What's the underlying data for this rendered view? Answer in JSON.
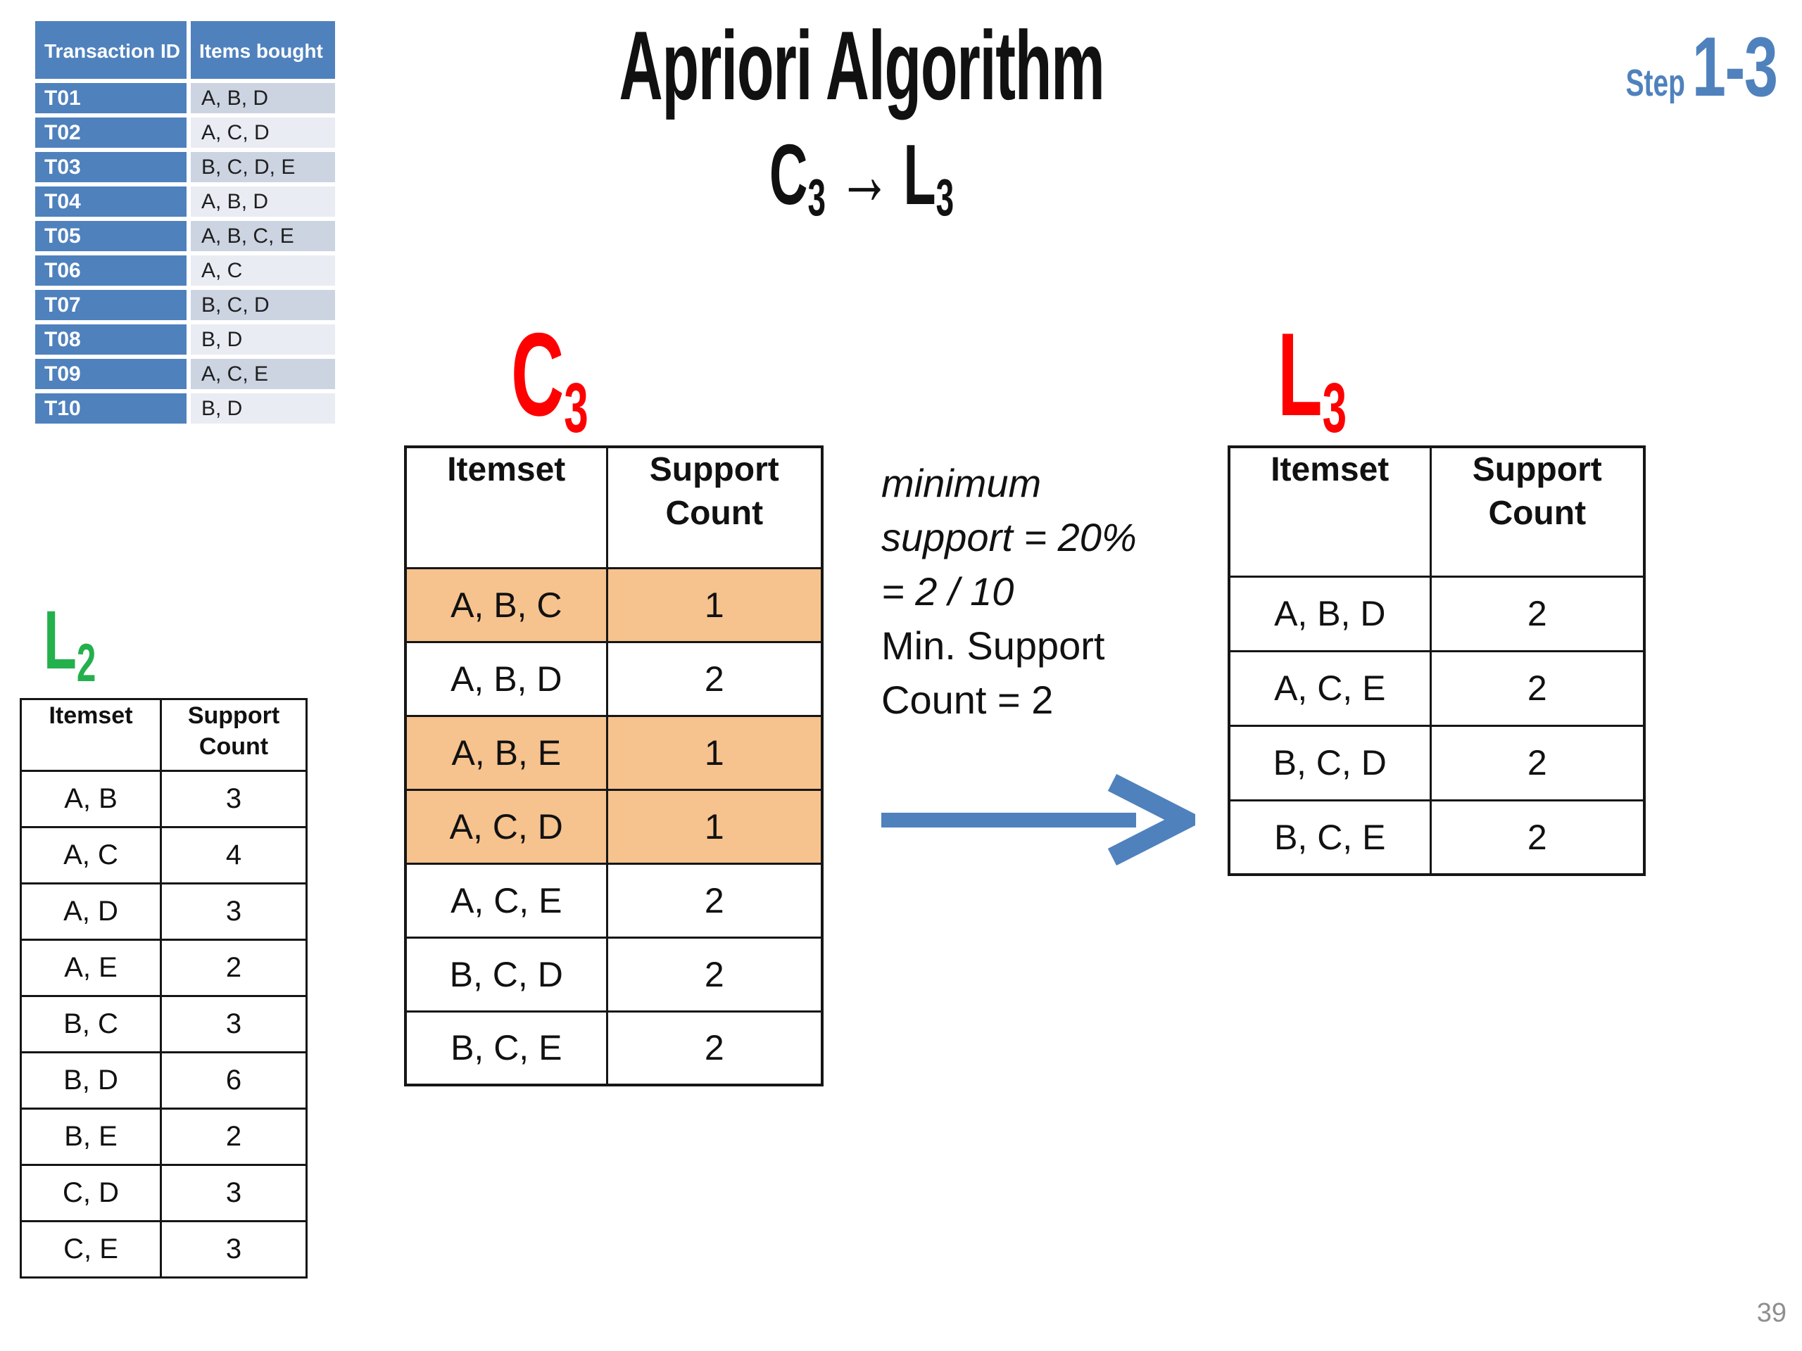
{
  "slide": {
    "title_line1": "Apriori Algorithm",
    "title_c": "C",
    "title_c_sub": "3",
    "title_arrow": "→",
    "title_l": "L",
    "title_l_sub": "3",
    "step_label": "Step",
    "step_value": "1-3",
    "page_number": "39"
  },
  "colors": {
    "accent_blue": "#4f81bd",
    "highlight_orange": "#f6c28d",
    "label_red": "#fe0000",
    "label_green": "#24b04c",
    "band_dark": "#ccd4e2",
    "band_light": "#e9ecf3",
    "page_number_gray": "#8f8f8f"
  },
  "transactions": {
    "headers": [
      "Transaction ID",
      "Items bought"
    ],
    "rows": [
      {
        "id": "T01",
        "items": "A, B, D"
      },
      {
        "id": "T02",
        "items": "A, C, D"
      },
      {
        "id": "T03",
        "items": "B, C, D, E"
      },
      {
        "id": "T04",
        "items": "A, B, D"
      },
      {
        "id": "T05",
        "items": "A, B, C, E"
      },
      {
        "id": "T06",
        "items": "A, C"
      },
      {
        "id": "T07",
        "items": "B, C, D"
      },
      {
        "id": "T08",
        "items": "B, D"
      },
      {
        "id": "T09",
        "items": "A, C, E"
      },
      {
        "id": "T10",
        "items": "B, D"
      }
    ]
  },
  "l2": {
    "label_main": "L",
    "label_sub": "2",
    "headers": [
      "Itemset",
      "Support Count"
    ],
    "rows": [
      {
        "itemset": "A, B",
        "count": "3"
      },
      {
        "itemset": "A, C",
        "count": "4"
      },
      {
        "itemset": "A, D",
        "count": "3"
      },
      {
        "itemset": "A, E",
        "count": "2"
      },
      {
        "itemset": "B, C",
        "count": "3"
      },
      {
        "itemset": "B, D",
        "count": "6"
      },
      {
        "itemset": "B, E",
        "count": "2"
      },
      {
        "itemset": "C, D",
        "count": "3"
      },
      {
        "itemset": "C, E",
        "count": "3"
      }
    ]
  },
  "c3": {
    "label_main": "C",
    "label_sub": "3",
    "headers": [
      "Itemset",
      "Support Count"
    ],
    "rows": [
      {
        "itemset": "A, B, C",
        "count": "1",
        "highlighted": true
      },
      {
        "itemset": "A, B, D",
        "count": "2",
        "highlighted": false
      },
      {
        "itemset": "A, B, E",
        "count": "1",
        "highlighted": true
      },
      {
        "itemset": "A, C, D",
        "count": "1",
        "highlighted": true
      },
      {
        "itemset": "A, C, E",
        "count": "2",
        "highlighted": false
      },
      {
        "itemset": "B, C, D",
        "count": "2",
        "highlighted": false
      },
      {
        "itemset": "B, C, E",
        "count": "2",
        "highlighted": false
      }
    ]
  },
  "l3": {
    "label_main": "L",
    "label_sub": "3",
    "headers": [
      "Itemset",
      "Support Count"
    ],
    "rows": [
      {
        "itemset": "A, B, D",
        "count": "2"
      },
      {
        "itemset": "A, C, E",
        "count": "2"
      },
      {
        "itemset": "B, C, D",
        "count": "2"
      },
      {
        "itemset": "B, C, E",
        "count": "2"
      }
    ]
  },
  "note": {
    "lines": [
      "minimum",
      "support = 20%",
      "= 2 / 10",
      "Min. Support",
      "Count = 2"
    ]
  }
}
